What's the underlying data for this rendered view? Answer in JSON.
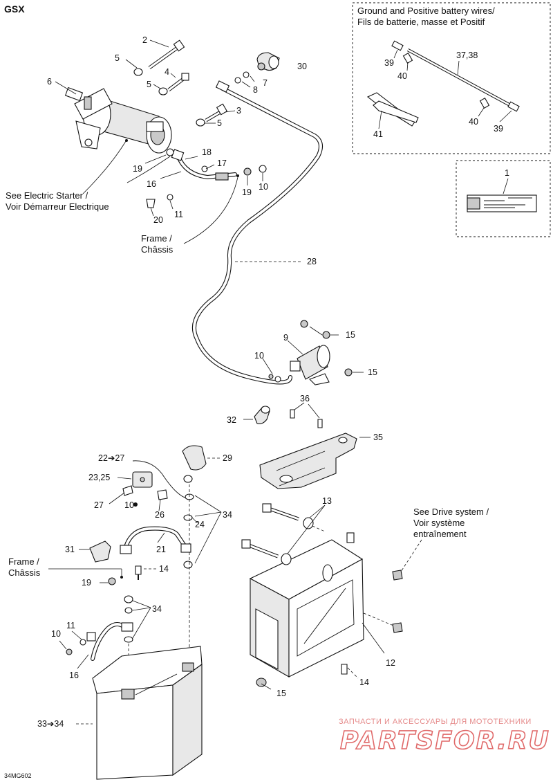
{
  "model": "GSX",
  "drawing_code": "34MG602",
  "inset_title": {
    "line1": "Ground and Positive battery wires/",
    "line2": "Fils de batterie, masse et Positif"
  },
  "references": {
    "electric_starter": [
      "See Electric Starter /",
      "Voir Démarreur Electrique"
    ],
    "frame_upper": [
      "Frame /",
      "Châssis"
    ],
    "frame_lower": [
      "Frame /",
      "Châssis"
    ],
    "drive_system": [
      "See Drive system /",
      "Voir système",
      "entraînement"
    ]
  },
  "callouts": {
    "c2": "2",
    "c5a": "5",
    "c6": "6",
    "c4": "4",
    "c5b": "5",
    "c30": "30",
    "c7": "7",
    "c8": "8",
    "c3": "3",
    "c5c": "5",
    "c19a": "19",
    "c18": "18",
    "c17": "17",
    "c16a": "16",
    "c10a": "10",
    "c19b": "19",
    "c20": "20",
    "c11a": "11",
    "c28": "28",
    "c15a": "15",
    "c9": "9",
    "c10b": "10",
    "c15b": "15",
    "c36": "36",
    "c32": "32",
    "c35": "35",
    "c2227": "22➔27",
    "c29": "29",
    "c2325": "23,25",
    "c27": "27",
    "c10c": "10",
    "c26": "26",
    "c24": "24",
    "c34a": "34",
    "c13": "13",
    "c31": "31",
    "c21": "21",
    "c14a": "14",
    "c19c": "19",
    "c34b": "34",
    "c11b": "11",
    "c10d": "10",
    "c16b": "16",
    "c12": "12",
    "c14b": "14",
    "c15c": "15",
    "c3334": "33➔34",
    "c3738": "37,38",
    "c39a": "39",
    "c40a": "40",
    "c41": "41",
    "c40b": "40",
    "c39b": "39",
    "c1": "1"
  },
  "watermark": {
    "line1": "ЗАПЧАСТИ И АКСЕССУАРЫ ДЛЯ МОТОТЕХНИКИ",
    "line2": "PARTSFOR.RU"
  }
}
